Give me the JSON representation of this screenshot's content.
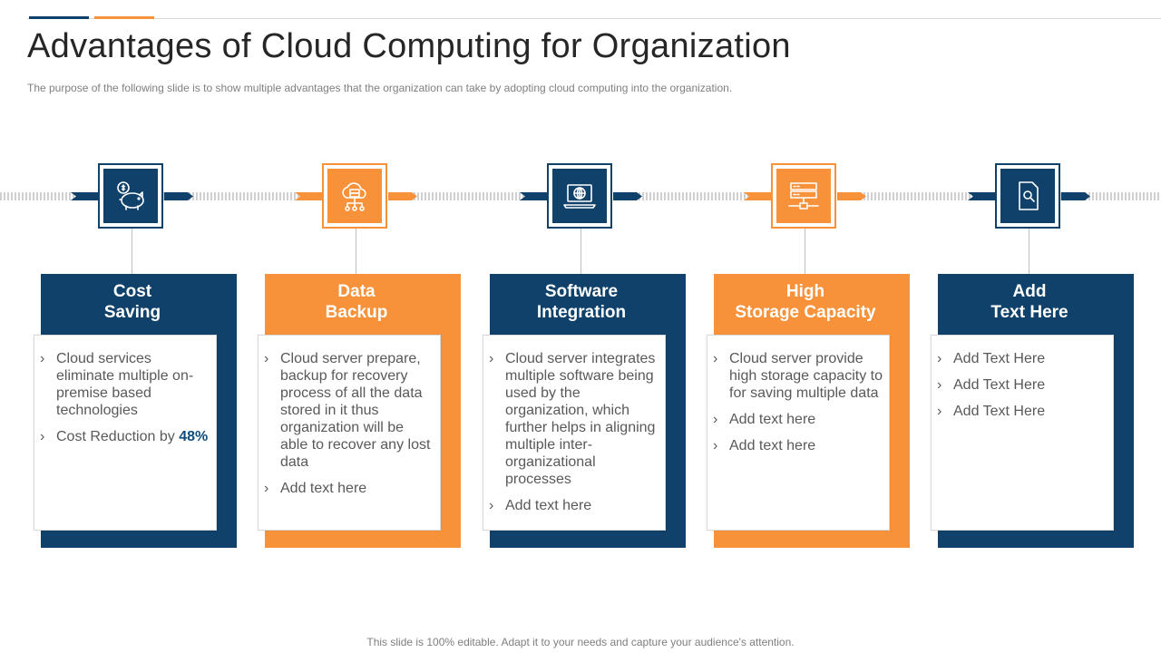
{
  "colors": {
    "navy": "#0f416a",
    "orange": "#f7923a"
  },
  "title": "Advantages of Cloud Computing for Organization",
  "subtitle": "The purpose of the following slide is to show multiple advantages  that the organization  can take by adopting cloud  computing into the organization.",
  "footer": "This slide is 100% editable. Adapt it to your needs and capture your audience's attention.",
  "columns": [
    {
      "heading": [
        "Cost",
        "Saving"
      ],
      "theme": "navy",
      "icon": "piggy-bank-icon",
      "items": [
        "Cloud services eliminate multiple on-premise based technologies",
        "Cost Reduction by"
      ],
      "highlight": "48%"
    },
    {
      "heading": [
        "Data",
        "Backup"
      ],
      "theme": "orange",
      "icon": "cloud-backup-icon",
      "items": [
        "Cloud server prepare, backup for recovery process of all the data stored in it thus organization will be able to recover any lost data",
        "Add text here"
      ]
    },
    {
      "heading": [
        "Software",
        "Integration"
      ],
      "theme": "navy",
      "icon": "laptop-globe-icon",
      "items": [
        "Cloud server integrates multiple software being used by the organization, which further helps in aligning multiple inter-organizational processes",
        "Add text here"
      ]
    },
    {
      "heading": [
        "High",
        "Storage Capacity"
      ],
      "theme": "orange",
      "icon": "server-network-icon",
      "items": [
        "Cloud server provide high storage capacity to for saving multiple data",
        "Add text here",
        "Add text here"
      ]
    },
    {
      "heading": [
        "Add",
        "Text Here"
      ],
      "theme": "navy",
      "icon": "document-search-icon",
      "items": [
        "Add Text Here",
        "Add Text Here",
        "Add Text Here"
      ]
    }
  ]
}
